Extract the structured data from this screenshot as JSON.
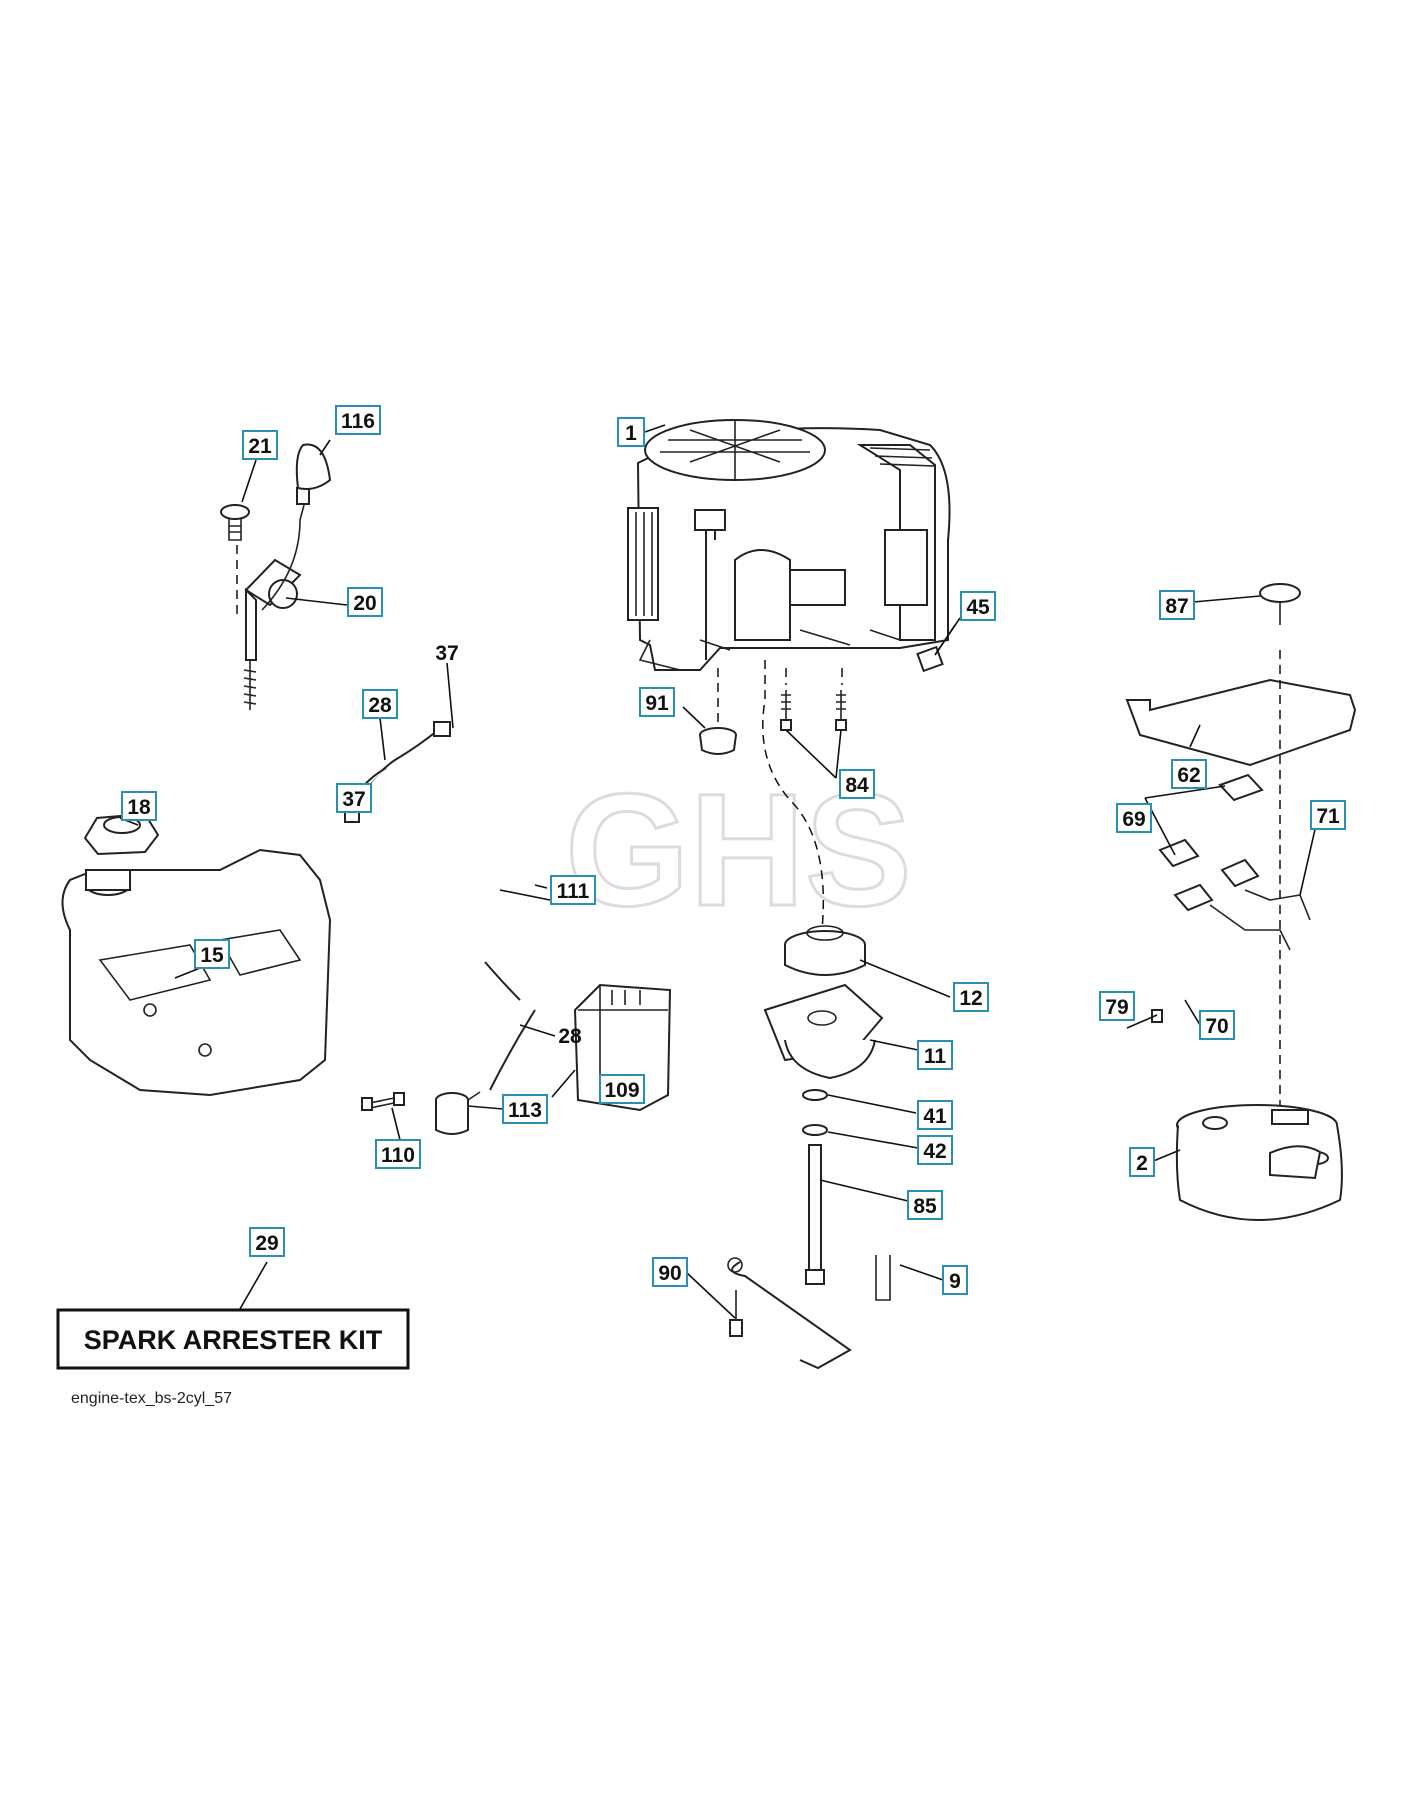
{
  "watermark": "GHS",
  "kit_label": "SPARK ARRESTER KIT",
  "caption": "engine-tex_bs-2cyl_57",
  "callouts": {
    "p1": "1",
    "p2": "2",
    "p9": "9",
    "p11": "11",
    "p12": "12",
    "p15": "15",
    "p18": "18",
    "p20": "20",
    "p21": "21",
    "p29": "29",
    "p41": "41",
    "p42": "42",
    "p45": "45",
    "p62": "62",
    "p69": "69",
    "p70": "70",
    "p71": "71",
    "p79": "79",
    "p84": "84",
    "p85": "85",
    "p87": "87",
    "p90": "90",
    "p91": "91",
    "p109": "109",
    "p110": "110",
    "p111": "111",
    "p113": "113",
    "p116": "116"
  },
  "plain_callouts": {
    "p28a": "28",
    "p28b": "28",
    "p37a": "37",
    "p37b": "37"
  }
}
